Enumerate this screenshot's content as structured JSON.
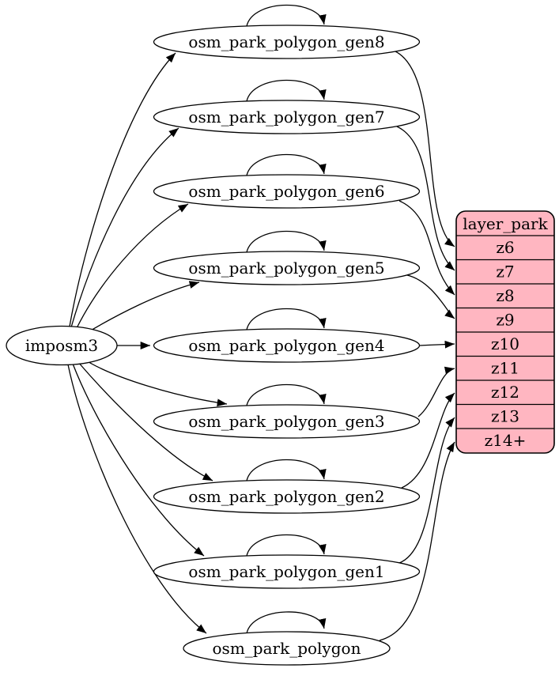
{
  "colors": {
    "node_fill": "#ffffff",
    "layer_fill": "#ffb6c1",
    "stroke": "#000000"
  },
  "source": {
    "label": "imposm3"
  },
  "tables": [
    {
      "label": "osm_park_polygon_gen8"
    },
    {
      "label": "osm_park_polygon_gen7"
    },
    {
      "label": "osm_park_polygon_gen6"
    },
    {
      "label": "osm_park_polygon_gen5"
    },
    {
      "label": "osm_park_polygon_gen4"
    },
    {
      "label": "osm_park_polygon_gen3"
    },
    {
      "label": "osm_park_polygon_gen2"
    },
    {
      "label": "osm_park_polygon_gen1"
    },
    {
      "label": "osm_park_polygon"
    }
  ],
  "layer": {
    "header": "layer_park",
    "rows": [
      "z6",
      "z7",
      "z8",
      "z9",
      "z10",
      "z11",
      "z12",
      "z13",
      "z14+"
    ]
  },
  "edges": {
    "from_source": [
      "osm_park_polygon_gen8",
      "osm_park_polygon_gen7",
      "osm_park_polygon_gen6",
      "osm_park_polygon_gen5",
      "osm_park_polygon_gen4",
      "osm_park_polygon_gen3",
      "osm_park_polygon_gen2",
      "osm_park_polygon_gen1",
      "osm_park_polygon"
    ],
    "self_loops": [
      "osm_park_polygon_gen8",
      "osm_park_polygon_gen7",
      "osm_park_polygon_gen6",
      "osm_park_polygon_gen5",
      "osm_park_polygon_gen4",
      "osm_park_polygon_gen3",
      "osm_park_polygon_gen2",
      "osm_park_polygon_gen1",
      "osm_park_polygon"
    ],
    "table_to_layer": [
      {
        "from": "osm_park_polygon_gen8",
        "to": "z6"
      },
      {
        "from": "osm_park_polygon_gen7",
        "to": "z7"
      },
      {
        "from": "osm_park_polygon_gen6",
        "to": "z8"
      },
      {
        "from": "osm_park_polygon_gen5",
        "to": "z9"
      },
      {
        "from": "osm_park_polygon_gen4",
        "to": "z10"
      },
      {
        "from": "osm_park_polygon_gen3",
        "to": "z11"
      },
      {
        "from": "osm_park_polygon_gen2",
        "to": "z12"
      },
      {
        "from": "osm_park_polygon_gen1",
        "to": "z13"
      },
      {
        "from": "osm_park_polygon",
        "to": "z14+"
      }
    ]
  }
}
